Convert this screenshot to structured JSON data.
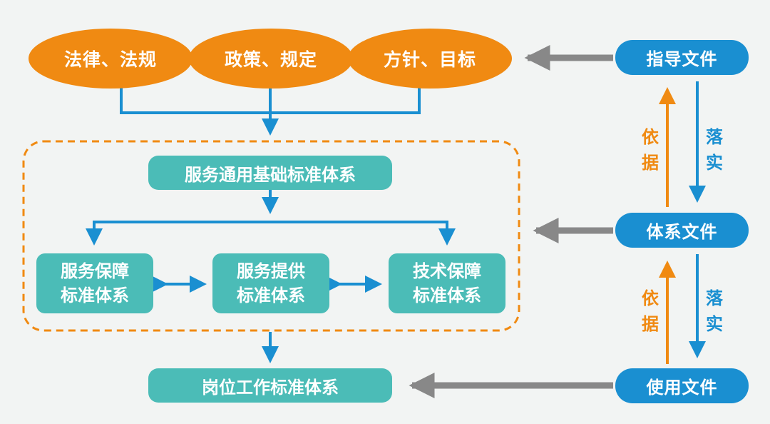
{
  "top_sources": [
    {
      "label": "法律、法规"
    },
    {
      "label": "政策、规定"
    },
    {
      "label": "方针、目标"
    }
  ],
  "foundation": {
    "label": "服务通用基础标准体系"
  },
  "sub_systems": [
    {
      "line1": "服务保障",
      "line2": "标准体系"
    },
    {
      "line1": "服务提供",
      "line2": "标准体系"
    },
    {
      "line1": "技术保障",
      "line2": "标准体系"
    }
  ],
  "job_standards": {
    "label": "岗位工作标准体系"
  },
  "documents": {
    "guidance": "指导文件",
    "system": "体系文件",
    "usage": "使用文件"
  },
  "relations": {
    "basis": [
      "依",
      "据"
    ],
    "implement": [
      "落",
      "实"
    ]
  },
  "colors": {
    "orange": "#f08a12",
    "teal": "#4bbcb7",
    "blue": "#1a8fd1",
    "gray_arrow": "#888888",
    "dashed_border": "#f08a12"
  }
}
